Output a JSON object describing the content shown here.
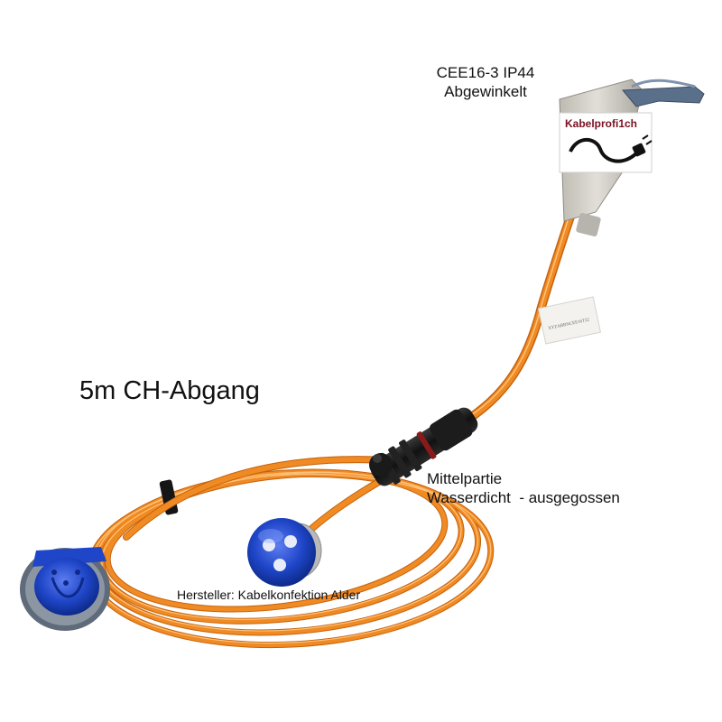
{
  "labels": {
    "plug_title": "CEE16-3 IP44",
    "plug_subtitle": "Abgewinkelt",
    "cable_length": "5m CH-Abgang",
    "middle_title": "Mittelpartie",
    "middle_subtitle": "Wasserdicht  - ausgegossen",
    "manufacturer": "Hersteller: Kabelkonfektion Alder"
  },
  "brand": {
    "name": "Kabelprofi1ch"
  },
  "colors": {
    "cable": "#f08a22",
    "cable_highlight": "#ffb868",
    "cable_shadow": "#c4620f",
    "connector_blue": "#1f46c8",
    "plug_body": "#d3d0c8",
    "middle_joint": "#1a1a1a",
    "brand_red": "#7a1020",
    "background": "#ffffff"
  },
  "icons": [
    "cable-plug-icon"
  ]
}
